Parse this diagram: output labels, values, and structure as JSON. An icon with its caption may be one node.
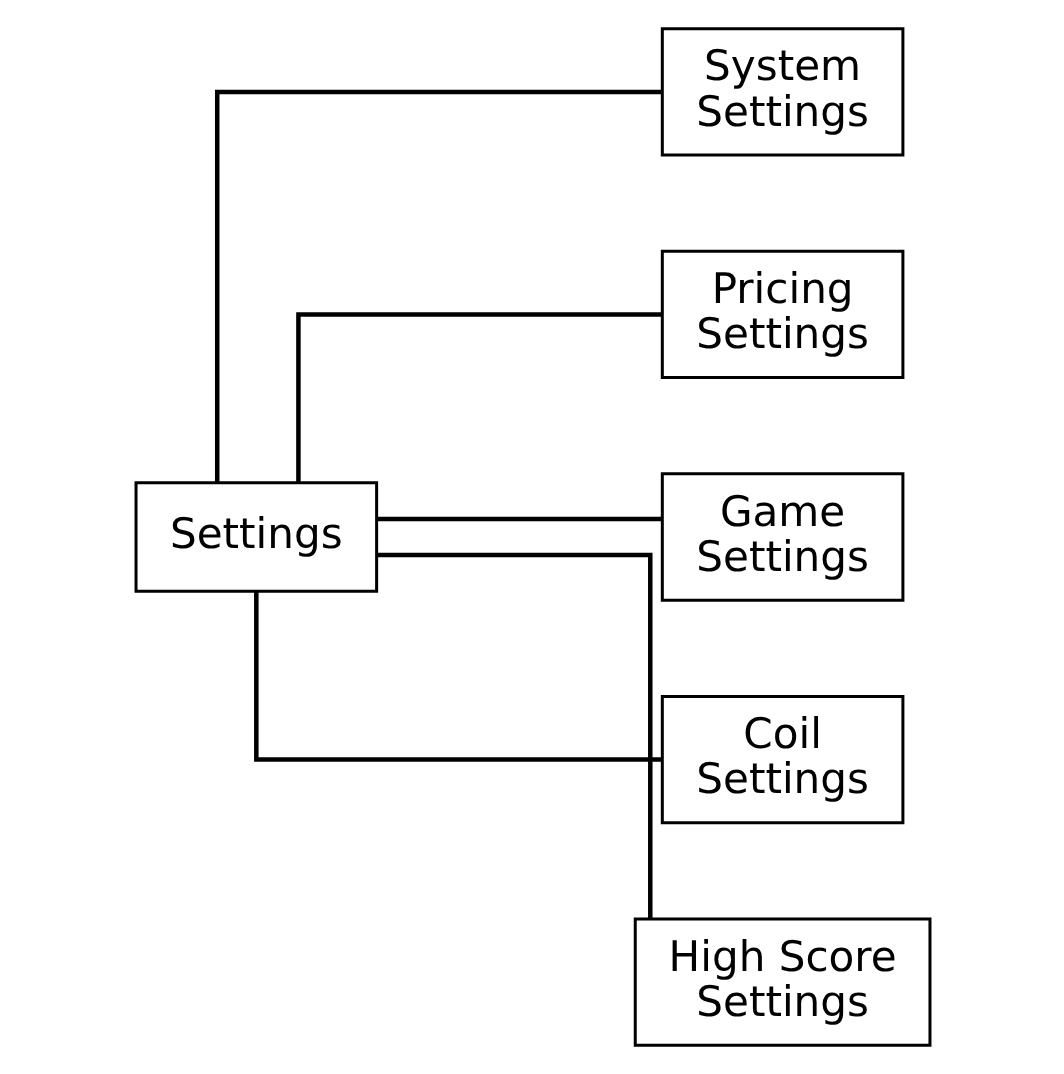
{
  "diagram": {
    "nodes": [
      {
        "text": [
          "Settings"
        ]
      },
      {
        "text": [
          "System Settings"
        ]
      },
      {
        "text": [
          "Pricing Settings"
        ]
      },
      {
        "text": [
          "Game Settings"
        ]
      },
      {
        "text": [
          "Coil Settings"
        ]
      },
      {
        "text": [
          "High Score Settings"
        ]
      }
    ],
    "edges": [
      {
        "from": 0,
        "to": 1,
        "arrow": "none"
      },
      {
        "from": 0,
        "to": 2,
        "arrow": "none"
      },
      {
        "from": 0,
        "to": 3,
        "arrow": "none"
      },
      {
        "from": 0,
        "to": 4,
        "arrow": "none"
      },
      {
        "from": 0,
        "to": 5,
        "arrow": "none"
      }
    ]
  }
}
